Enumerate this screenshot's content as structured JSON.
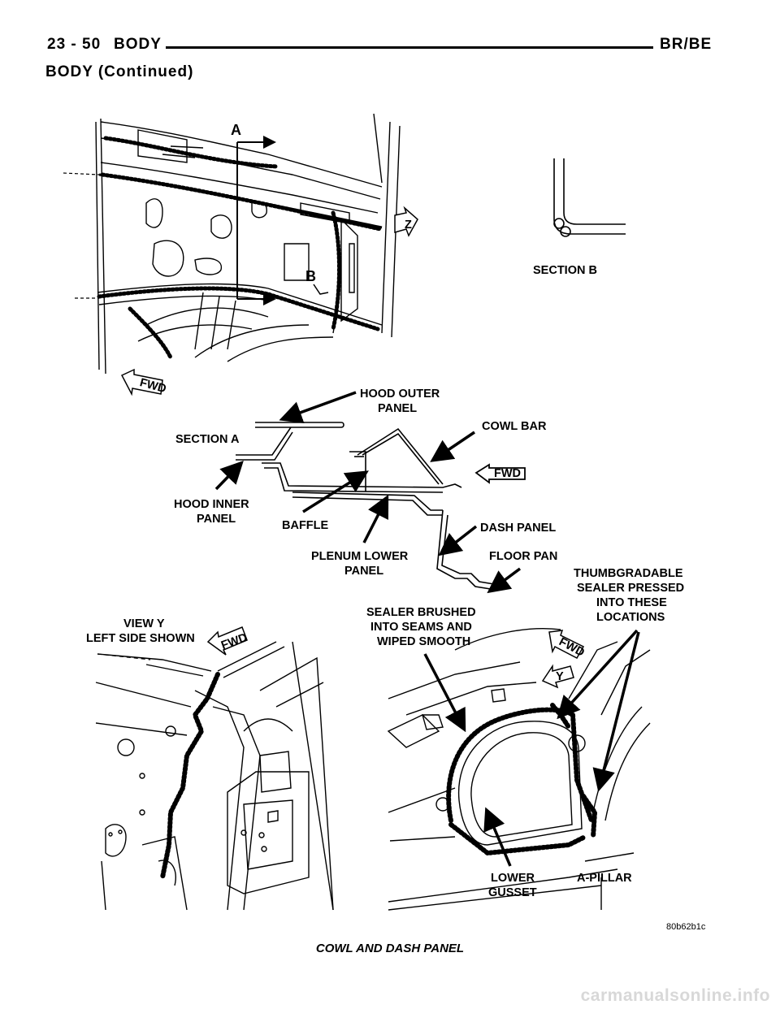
{
  "header": {
    "page_number": "23 - 50",
    "section": "BODY",
    "model": "BR/BE",
    "continued": "BODY (Continued)"
  },
  "figure": {
    "view_a_label": "A",
    "view_b_label": "B",
    "view_z_label": "Z",
    "view_y_label": "Y",
    "fwd_label": "FWD",
    "section_b": "SECTION B",
    "section_a": "SECTION A",
    "hood_outer_panel": [
      "HOOD OUTER",
      "PANEL"
    ],
    "cowl_bar": "COWL BAR",
    "hood_inner_panel": [
      "HOOD INNER",
      "PANEL"
    ],
    "baffle": "BAFFLE",
    "dash_panel": "DASH PANEL",
    "plenum_lower_panel": [
      "PLENUM LOWER",
      "PANEL"
    ],
    "floor_pan": "FLOOR PAN",
    "thumbgradable_sealer": [
      "THUMBGRADABLE",
      "SEALER PRESSED",
      "INTO THESE",
      "LOCATIONS"
    ],
    "view_y": [
      "VIEW Y",
      "LEFT SIDE SHOWN"
    ],
    "sealer_brushed": [
      "SEALER BRUSHED",
      "INTO SEAMS AND",
      "WIPED SMOOTH"
    ],
    "lower_gusset": [
      "LOWER",
      "GUSSET"
    ],
    "a_pillar": "A-PILLAR",
    "figure_code": "80b62b1c"
  },
  "caption": "COWL AND DASH PANEL",
  "watermark": "carmanualsonline.info"
}
